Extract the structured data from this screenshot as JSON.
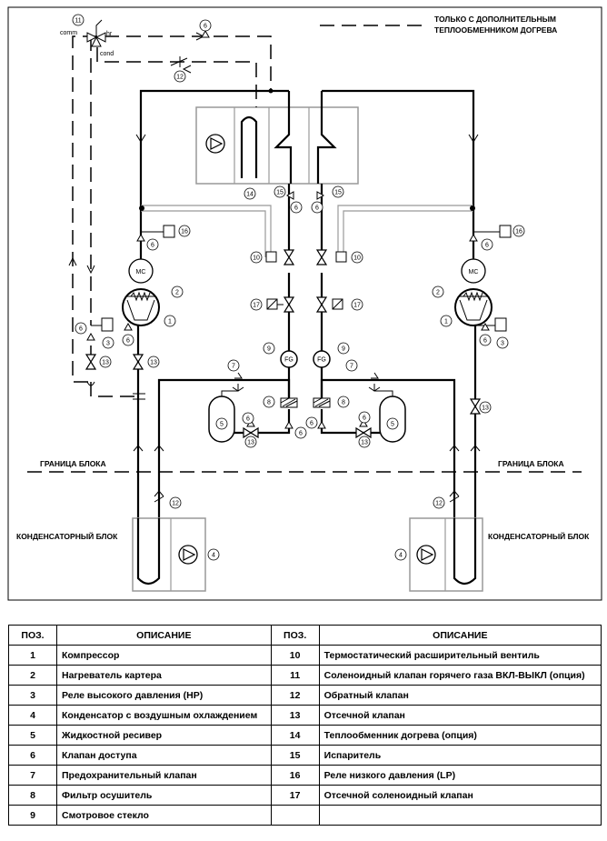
{
  "diagram": {
    "note_line1": "ТОЛЬКО С ДОПОЛНИТЕЛЬНЫМ",
    "note_line2": "ТЕПЛООБМЕННИКОМ ДОГРЕВА",
    "boundary_left": "ГРАНИЦА БЛОКА",
    "boundary_right": "ГРАНИЦА БЛОКА",
    "condenser_left": "КОНДЕНСАТОРНЫЙ БЛОК",
    "condenser_right": "КОНДЕНСАТОРНЫЙ БЛОК",
    "comm": "comm",
    "hr": "hr",
    "cond": "cond",
    "mc": "MC",
    "fg": "FG",
    "n1": "1",
    "n2": "2",
    "n3": "3",
    "n4": "4",
    "n5": "5",
    "n6": "6",
    "n7": "7",
    "n8": "8",
    "n9": "9",
    "n10": "10",
    "n11": "11",
    "n12": "12",
    "n13": "13",
    "n14": "14",
    "n15": "15",
    "n16": "16",
    "n17": "17"
  },
  "legend": {
    "headers": {
      "pos": "ПОЗ.",
      "desc": "ОПИСАНИЕ"
    },
    "rows": [
      {
        "p1": "1",
        "d1": "Компрессор",
        "p2": "10",
        "d2": "Термостатический расширительный вентиль"
      },
      {
        "p1": "2",
        "d1": "Нагреватель картера",
        "p2": "11",
        "d2": "Соленоидный клапан горячего газа ВКЛ-ВЫКЛ (опция)"
      },
      {
        "p1": "3",
        "d1": "Реле высокого давления (HP)",
        "p2": "12",
        "d2": "Обратный клапан"
      },
      {
        "p1": "4",
        "d1": "Конденсатор с воздушным охлаждением",
        "p2": "13",
        "d2": "Отсечной клапан"
      },
      {
        "p1": "5",
        "d1": "Жидкостной ресивер",
        "p2": "14",
        "d2": "Теплообменник догрева (опция)"
      },
      {
        "p1": "6",
        "d1": "Клапан доступа",
        "p2": "15",
        "d2": "Испаритель"
      },
      {
        "p1": "7",
        "d1": "Предохранительный клапан",
        "p2": "16",
        "d2": "Реле низкого давления (LP)"
      },
      {
        "p1": "8",
        "d1": "Фильтр осушитель",
        "p2": "17",
        "d2": "Отсечной соленоидный клапан"
      },
      {
        "p1": "9",
        "d1": "Смотровое стекло",
        "p2": "",
        "d2": ""
      }
    ]
  }
}
